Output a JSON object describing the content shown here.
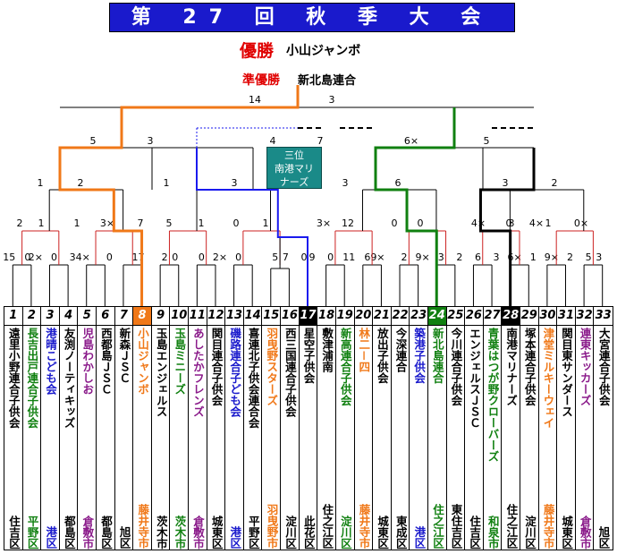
{
  "title": "第 27 回 秋 季 大 会",
  "champion": {
    "label": "優勝",
    "name": "小山ジャンボ"
  },
  "runner_up": {
    "label": "準優勝",
    "name": "新北島連合"
  },
  "third_place_box": "三位 南港マリナーズ",
  "third_place_lines": [
    "三位",
    "南港マリ",
    "ナーズ"
  ],
  "colors": {
    "banner": "#1a1acc",
    "orange": "#f07818",
    "blue": "#1a1aee",
    "green": "#108010",
    "black": "#000000",
    "red": "#cc2222",
    "third_box": "#1a8a88"
  },
  "scores": {
    "final": [
      "14",
      "3"
    ],
    "third_place": [
      "4",
      "7"
    ],
    "semis": [
      "5",
      "3",
      "6×",
      "5"
    ],
    "quarters": [
      "1",
      "2",
      "1",
      "3",
      "3",
      "6",
      "3",
      "2"
    ],
    "r3": [
      "2",
      "1",
      "1",
      "3×",
      "7",
      "5",
      "1",
      "0",
      "1",
      "3×",
      "12",
      "0",
      "0",
      "4×",
      "0",
      "1",
      "0×",
      "3",
      "4×"
    ],
    "r1": [
      "15",
      "0",
      "2×",
      "0",
      "3",
      "4×",
      "0",
      "17",
      "2",
      "0",
      "0",
      "2×",
      "0",
      "5",
      "7",
      "0",
      "9",
      "0",
      "11",
      "6",
      "9×",
      "2",
      "9×",
      "3",
      "2",
      "6",
      "3",
      "6×",
      "1",
      "9×",
      "2",
      "5",
      "3"
    ]
  },
  "teams": [
    {
      "num": "1",
      "name": "遠里小野連合子供会",
      "area": "住吉区",
      "color": "#000000"
    },
    {
      "num": "2",
      "name": "長吉出戸連合子供会",
      "area": "平野区",
      "color": "#108010"
    },
    {
      "num": "3",
      "name": "港晴こども会",
      "area": "港区",
      "color": "#1a1acc"
    },
    {
      "num": "4",
      "name": "友渕ノーティキッズ",
      "area": "都島区",
      "color": "#000000"
    },
    {
      "num": "5",
      "name": "児島わかしお",
      "area": "倉敷市",
      "color": "#8a1a8a"
    },
    {
      "num": "6",
      "name": "西都島ＪＳＣ",
      "area": "都島区",
      "color": "#000000"
    },
    {
      "num": "7",
      "name": "新森ＪＳＣ",
      "area": "旭区",
      "color": "#000000"
    },
    {
      "num": "8",
      "name": "小山ジャンボ",
      "area": "藤井寺市",
      "color": "#f07818"
    },
    {
      "num": "9",
      "name": "玉島エンジェルス",
      "area": "茨木市",
      "color": "#000000"
    },
    {
      "num": "10",
      "name": "玉島ミニーズ",
      "area": "茨木市",
      "color": "#108010"
    },
    {
      "num": "11",
      "name": "あしたかフレンズ",
      "area": "倉敷市",
      "color": "#8a1a8a"
    },
    {
      "num": "12",
      "name": "関目連合子供会",
      "area": "城東区",
      "color": "#000000"
    },
    {
      "num": "13",
      "name": "磯路連合子ども会",
      "area": "港区",
      "color": "#1a1acc"
    },
    {
      "num": "14",
      "name": "喜連北子供会連合会",
      "area": "平野区",
      "color": "#000000"
    },
    {
      "num": "15",
      "name": "羽曳野スターズ",
      "area": "羽曳野市",
      "color": "#f07818"
    },
    {
      "num": "16",
      "name": "西三国連合子供会",
      "area": "淀川区",
      "color": "#000000"
    },
    {
      "num": "17",
      "name": "星空子供会",
      "area": "此花区",
      "color": "#000000"
    },
    {
      "num": "18",
      "name": "敷津浦南",
      "area": "住之江区",
      "color": "#000000"
    },
    {
      "num": "19",
      "name": "新高連合子供会",
      "area": "淀川区",
      "color": "#108010"
    },
    {
      "num": "20",
      "name": "林二－四",
      "area": "藤井寺市",
      "color": "#f07818"
    },
    {
      "num": "21",
      "name": "放出子供会",
      "area": "城東区",
      "color": "#000000"
    },
    {
      "num": "22",
      "name": "今深連合",
      "area": "東成区",
      "color": "#000000"
    },
    {
      "num": "23",
      "name": "築港子供会",
      "area": "港区",
      "color": "#1a1acc"
    },
    {
      "num": "24",
      "name": "新北島連合",
      "area": "住之江区",
      "color": "#108010"
    },
    {
      "num": "25",
      "name": "今川連合子供会",
      "area": "東住吉区",
      "color": "#000000"
    },
    {
      "num": "26",
      "name": "エンジェルスＪＳＣ",
      "area": "住吉区",
      "color": "#000000"
    },
    {
      "num": "27",
      "name": "青葉はつが野クローバーズ",
      "area": "和泉市",
      "color": "#108010"
    },
    {
      "num": "28",
      "name": "南港マリナーズ",
      "area": "住之江区",
      "color": "#000000"
    },
    {
      "num": "29",
      "name": "塚本連合子供会",
      "area": "淀川区",
      "color": "#000000"
    },
    {
      "num": "30",
      "name": "津堂ミルキーウェイ",
      "area": "藤井寺市",
      "color": "#f07818"
    },
    {
      "num": "31",
      "name": "関目東サンダース",
      "area": "城東区",
      "color": "#000000"
    },
    {
      "num": "32",
      "name": "連東キッカーズ",
      "area": "倉敷市",
      "color": "#8a1a8a"
    },
    {
      "num": "33",
      "name": "大宮連合子供会",
      "area": "旭区",
      "color": "#000000"
    }
  ]
}
